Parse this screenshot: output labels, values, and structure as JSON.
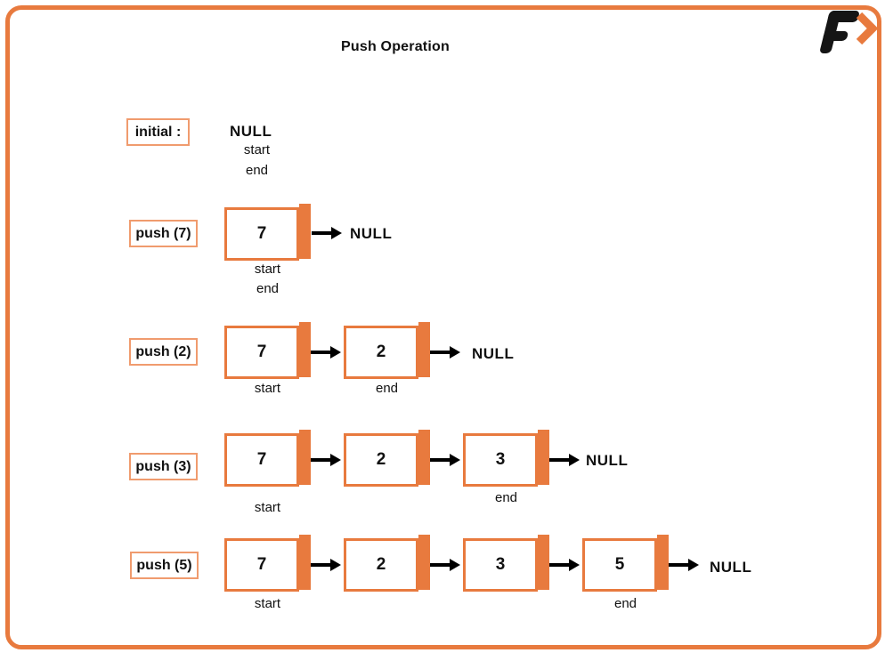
{
  "header": {
    "title": "Push Operation"
  },
  "logo": {
    "letter": "F",
    "icon": "chevron-right-icon"
  },
  "colors": {
    "accent_orange": "#E87A3E",
    "label_box_border": "#F09B6E",
    "arrow_black": "#000000",
    "text": "#111111",
    "background": "#FFFFFF"
  },
  "rows": [
    {
      "label": "initial :",
      "result": "NULL",
      "pointers_below": [
        "start",
        "end"
      ]
    },
    {
      "label": "push (7)",
      "terminator": "NULL",
      "nodes": [
        {
          "value": "7"
        }
      ],
      "pointers_below": [
        "start",
        "end"
      ]
    },
    {
      "label": "push (2)",
      "terminator": "NULL",
      "nodes": [
        {
          "value": "7"
        },
        {
          "value": "2"
        }
      ],
      "pointers_below": [
        "start",
        "end"
      ]
    },
    {
      "label": "push (3)",
      "terminator": "NULL",
      "nodes": [
        {
          "value": "7"
        },
        {
          "value": "2"
        },
        {
          "value": "3"
        }
      ],
      "pointers_below": [
        "start",
        "end"
      ]
    },
    {
      "label": "push (5)",
      "terminator": "NULL",
      "nodes": [
        {
          "value": "7"
        },
        {
          "value": "2"
        },
        {
          "value": "3"
        },
        {
          "value": "5"
        }
      ],
      "pointers_below": [
        "start",
        "end"
      ]
    }
  ]
}
